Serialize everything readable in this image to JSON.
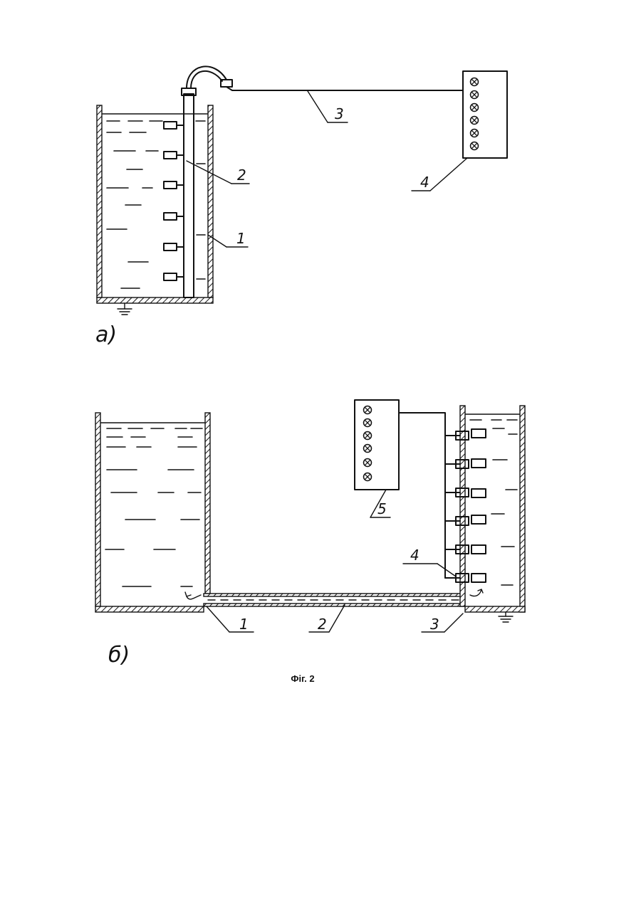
{
  "figure": {
    "caption": "Фіг. 2",
    "part_a": {
      "panel_label": "а)",
      "callouts": [
        "1",
        "2",
        "3",
        "4"
      ]
    },
    "part_b": {
      "panel_label": "б)",
      "callouts": [
        "1",
        "2",
        "3",
        "4",
        "5"
      ]
    }
  }
}
